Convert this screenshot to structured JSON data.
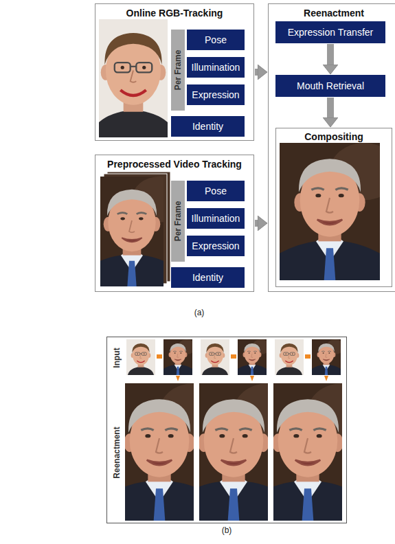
{
  "diagram": {
    "nodes": [
      {
        "text": [
          "Online RGB-Tracking"
        ]
      },
      {
        "text": [
          "Per Frame"
        ],
        "in": 0
      },
      {
        "text": [
          "Pose"
        ],
        "in": 0
      },
      {
        "text": [
          "Illumination"
        ],
        "in": 0
      },
      {
        "text": [
          "Expression"
        ],
        "in": 0
      },
      {
        "text": [
          "Identity"
        ],
        "in": 0
      },
      {
        "text": [
          "Preprocessed Video Tracking"
        ]
      },
      {
        "text": [
          "Per Frame"
        ],
        "in": 6
      },
      {
        "text": [
          "Pose"
        ],
        "in": 6
      },
      {
        "text": [
          "Illumination"
        ],
        "in": 6
      },
      {
        "text": [
          "Expression"
        ],
        "in": 6
      },
      {
        "text": [
          "Identity"
        ],
        "in": 6
      },
      {
        "text": [
          "Reenactment"
        ]
      },
      {
        "text": [
          "Expression Transfer"
        ],
        "in": 12
      },
      {
        "text": [
          "Mouth Retrieval"
        ],
        "in": 12
      },
      {
        "text": [
          "Compositing"
        ],
        "in": 12
      },
      {
        "text": [
          "Input",
          "Reenactment"
        ]
      }
    ],
    "edges": [
      {
        "from": 0,
        "to": 12,
        "arrow": "to"
      },
      {
        "from": 6,
        "to": 12,
        "arrow": "to"
      },
      {
        "from": 13,
        "to": 14,
        "arrow": "to"
      },
      {
        "from": 14,
        "to": 15,
        "arrow": "to"
      }
    ],
    "labels": [
      "(a)",
      "(b)"
    ]
  }
}
